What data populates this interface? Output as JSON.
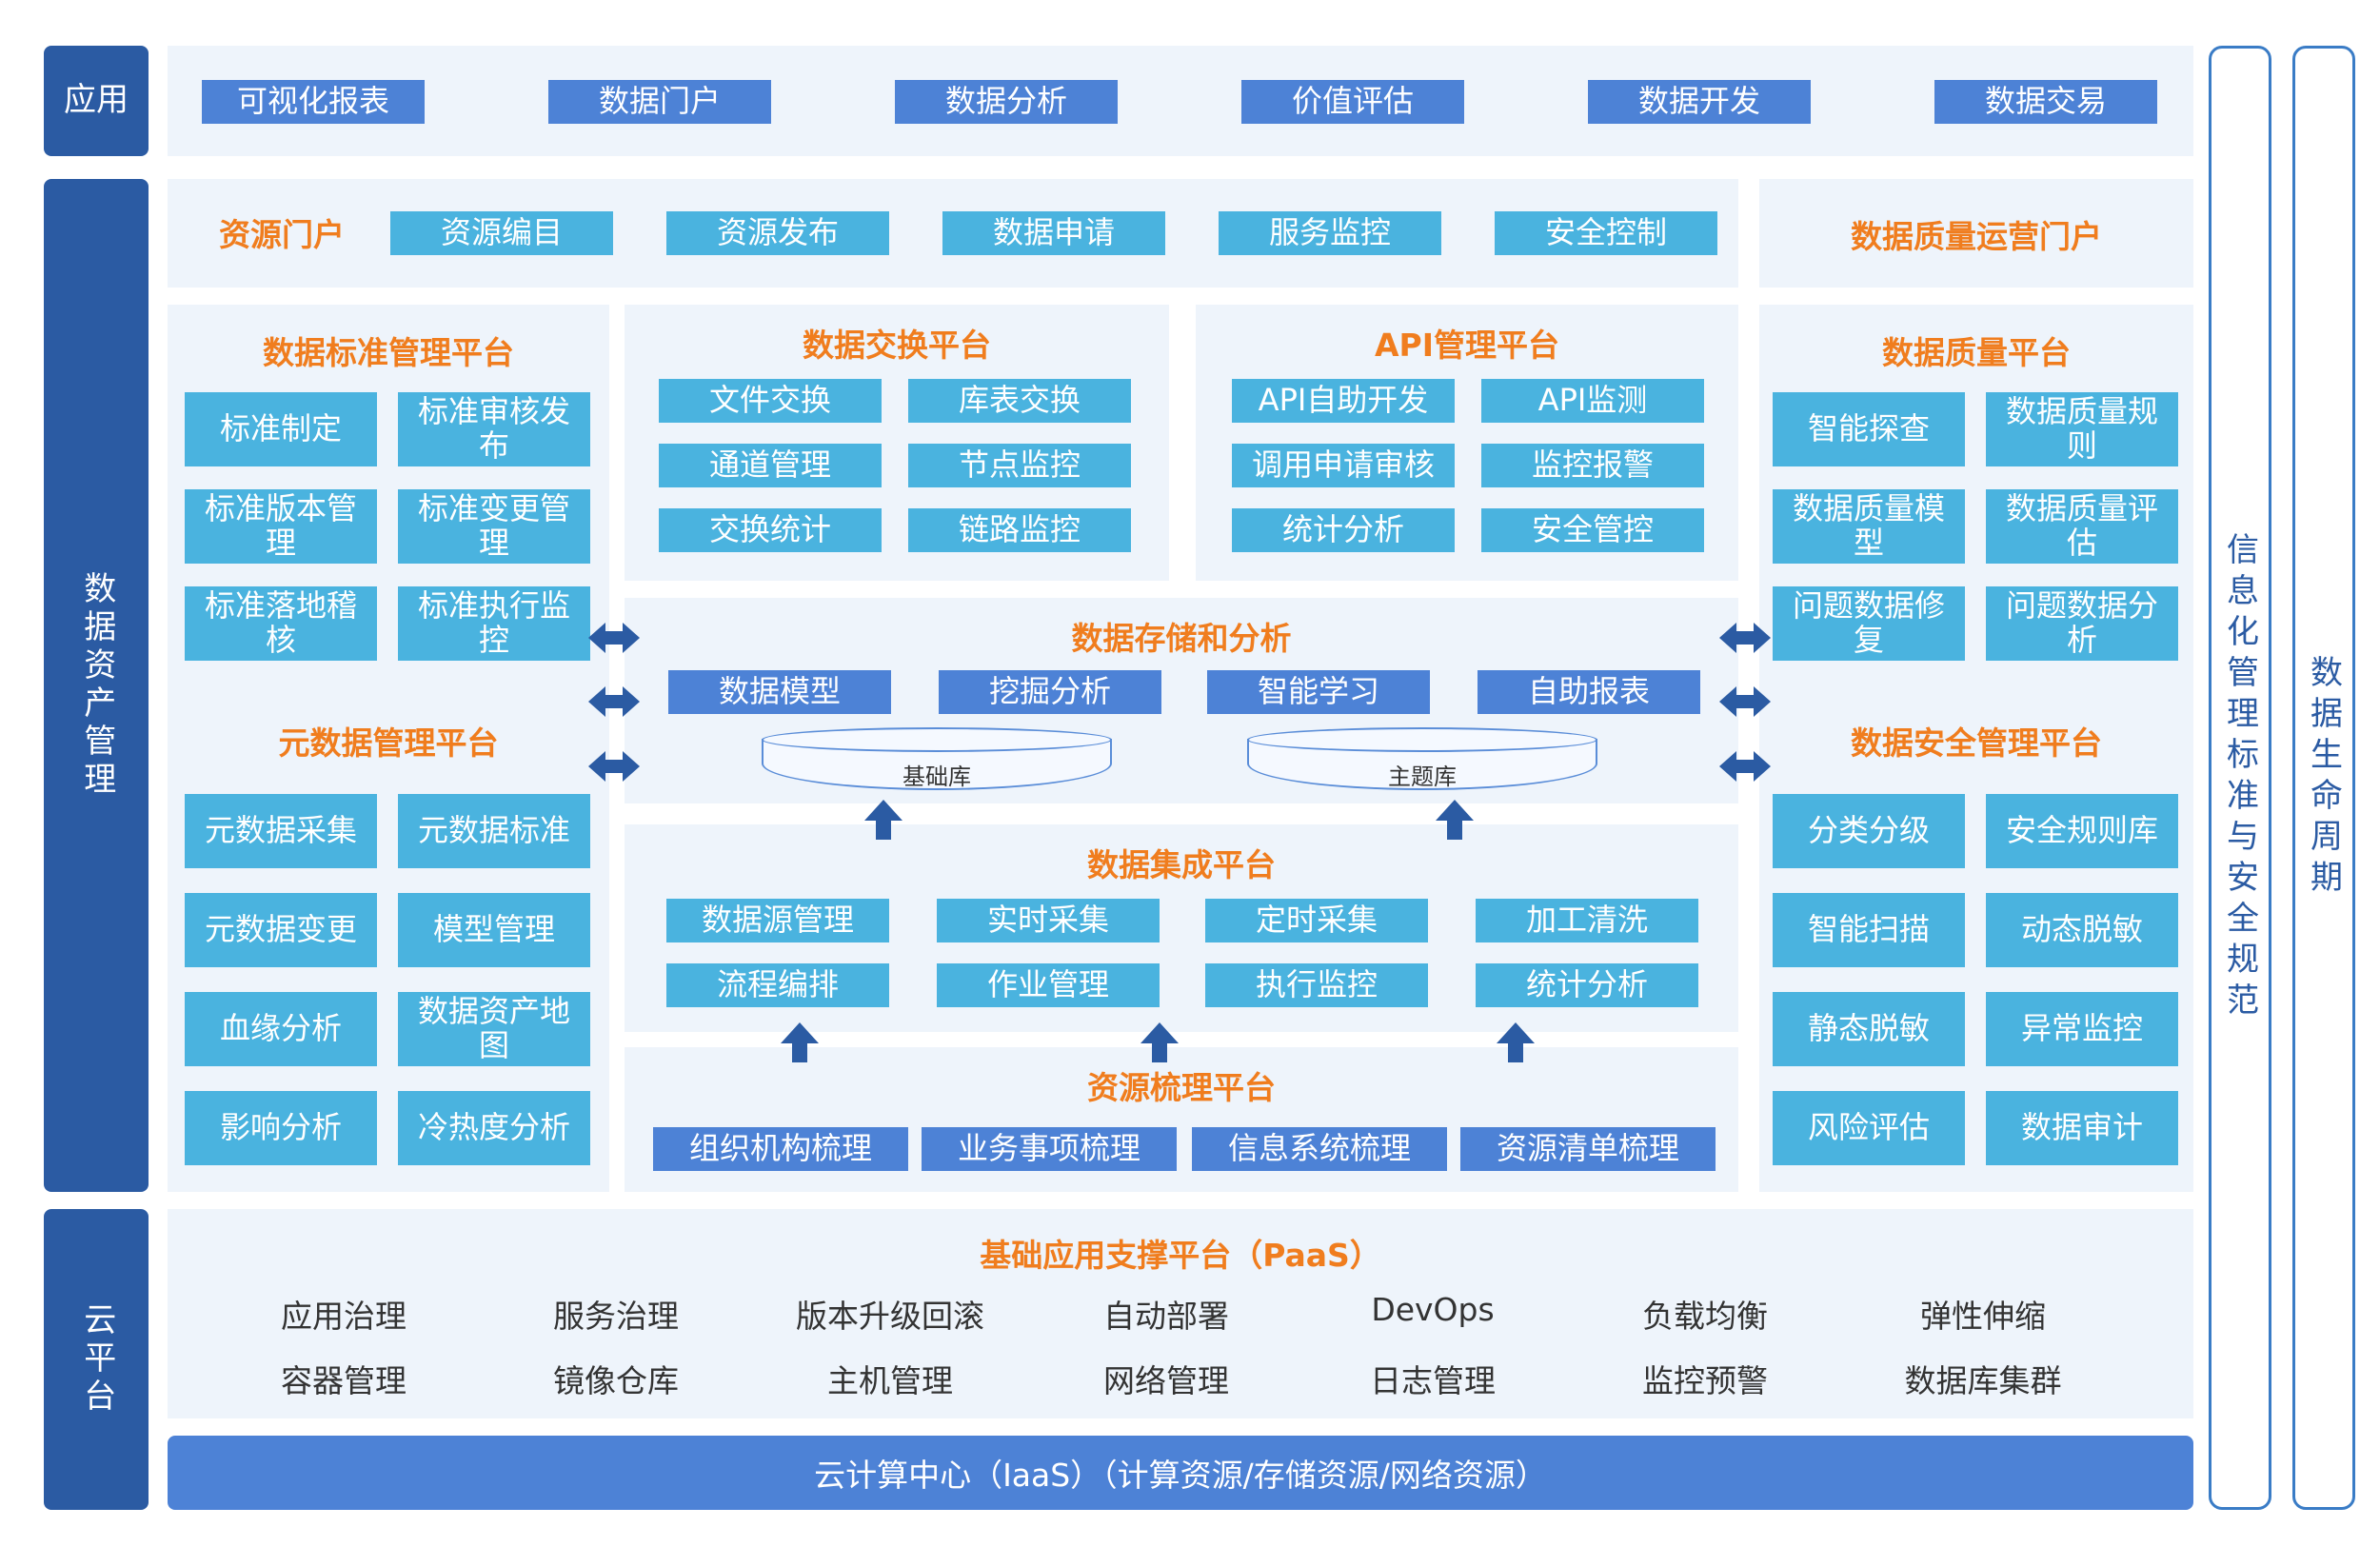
{
  "side": {
    "app": "应用",
    "asset": "数据资产管理",
    "cloud": "云平台"
  },
  "right": {
    "spec": "信息化管理标准与安全规范",
    "lifecycle": "数据生命周期"
  },
  "app_row": [
    "可视化报表",
    "数据门户",
    "数据分析",
    "价值评估",
    "数据开发",
    "数据交易"
  ],
  "portal": {
    "title": "资源门户",
    "items": [
      "资源编目",
      "资源发布",
      "数据申请",
      "服务监控",
      "安全控制"
    ]
  },
  "quality_portal": {
    "title": "数据质量运营门户"
  },
  "standard": {
    "title": "数据标准管理平台",
    "items": [
      "标准制定",
      "标准审核发布",
      "标准版本管理",
      "标准变更管理",
      "标准落地稽核",
      "标准执行监控"
    ]
  },
  "metadata": {
    "title": "元数据管理平台",
    "items": [
      "元数据采集",
      "元数据标准",
      "元数据变更",
      "模型管理",
      "血缘分析",
      "数据资产地图",
      "影响分析",
      "冷热度分析"
    ]
  },
  "exchange": {
    "title": "数据交换平台",
    "items": [
      "文件交换",
      "库表交换",
      "通道管理",
      "节点监控",
      "交换统计",
      "链路监控"
    ]
  },
  "api": {
    "title": "API管理平台",
    "items": [
      "API自助开发",
      "API监测",
      "调用申请审核",
      "监控报警",
      "统计分析",
      "安全管控"
    ]
  },
  "storage": {
    "title": "数据存储和分析",
    "items": [
      "数据模型",
      "挖掘分析",
      "智能学习",
      "自助报表"
    ],
    "dbs": [
      "基础库",
      "主题库"
    ]
  },
  "integration": {
    "title": "数据集成平台",
    "items": [
      "数据源管理",
      "实时采集",
      "定时采集",
      "加工清洗",
      "流程编排",
      "作业管理",
      "执行监控",
      "统计分析"
    ]
  },
  "sorting": {
    "title": "资源梳理平台",
    "items": [
      "组织机构梳理",
      "业务事项梳理",
      "信息系统梳理",
      "资源清单梳理"
    ]
  },
  "quality": {
    "title": "数据质量平台",
    "items": [
      "智能探查",
      "数据质量规则",
      "数据质量模型",
      "数据质量评估",
      "问题数据修复",
      "问题数据分析"
    ]
  },
  "security": {
    "title": "数据安全管理平台",
    "items": [
      "分类分级",
      "安全规则库",
      "智能扫描",
      "动态脱敏",
      "静态脱敏",
      "异常监控",
      "风险评估",
      "数据审计"
    ]
  },
  "paas": {
    "title": "基础应用支撑平台（PaaS）",
    "items": [
      "应用治理",
      "服务治理",
      "版本升级回滚",
      "自动部署",
      "DevOps",
      "负载均衡",
      "弹性伸缩",
      "容器管理",
      "镜像仓库",
      "主机管理",
      "网络管理",
      "日志管理",
      "监控预警",
      "数据库集群"
    ]
  },
  "iaas": {
    "label": "云计算中心（IaaS）（计算资源/存储资源/网络资源）"
  },
  "colors": {
    "dark": "#2b5ba3",
    "blue": "#4d82d6",
    "cyan": "#4ab3df",
    "orange": "#f07d1e",
    "panel": "#eef4fb"
  }
}
